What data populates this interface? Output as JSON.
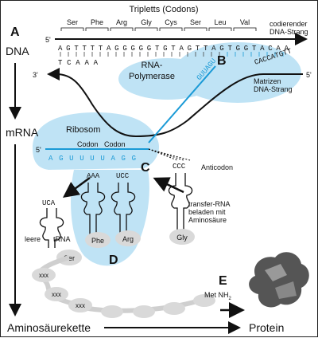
{
  "title": "Tripletts (Codons)",
  "codons": [
    "Ser",
    "Phe",
    "Arg",
    "Gly",
    "Cys",
    "Ser",
    "Leu",
    "Val"
  ],
  "labels": {
    "coding_strand": "codierender",
    "coding_strand_2": "DNA-Strang",
    "template_strand": "Matrizen",
    "template_strand_2": "DNA-Strang",
    "polymerase": "RNA-",
    "polymerase_2": "Polymerase",
    "ribosome": "Ribosom",
    "codon_a": "Codon",
    "codon_b": "Codon",
    "anticodon": "Anticodon",
    "trna_loaded": "transfer-RNA",
    "trna_loaded_2": "beladen mit",
    "trna_loaded_3": "Aminosäure",
    "empty_trna_a": "leere",
    "empty_trna_b": "tRNA",
    "met": "Met NH",
    "met_sub": "2",
    "protein": "Protein",
    "amino_chain": "Aminosäurekette"
  },
  "side_labels": {
    "dna": "DNA",
    "mrna": "mRNA"
  },
  "ends": {
    "five_prime": "5'",
    "three_prime": "3'"
  },
  "letters": [
    "A",
    "B",
    "C",
    "D",
    "E"
  ],
  "sequences": {
    "top_strand": "AGTTTTAGGGGGTGTAGTTAGTGGTACAA",
    "bottom_left": "TCAAA",
    "bottom_right": "CACCATGTT",
    "mrna": "AGUUUUAGG",
    "mrna_diag": "GUUAGU",
    "anticodon_1": "AAA",
    "anticodon_2": "UCC",
    "anticodon_3": "CCC",
    "anticodon_empty": "UCA"
  },
  "amino_acids": {
    "phe": "Phe",
    "arg": "Arg",
    "gly": "Gly",
    "ser": "Ser",
    "xxx": "xxx"
  },
  "colors": {
    "highlight": "#bfe3f5",
    "accent": "#1a9ad6",
    "bead": "#d9d9d9"
  }
}
